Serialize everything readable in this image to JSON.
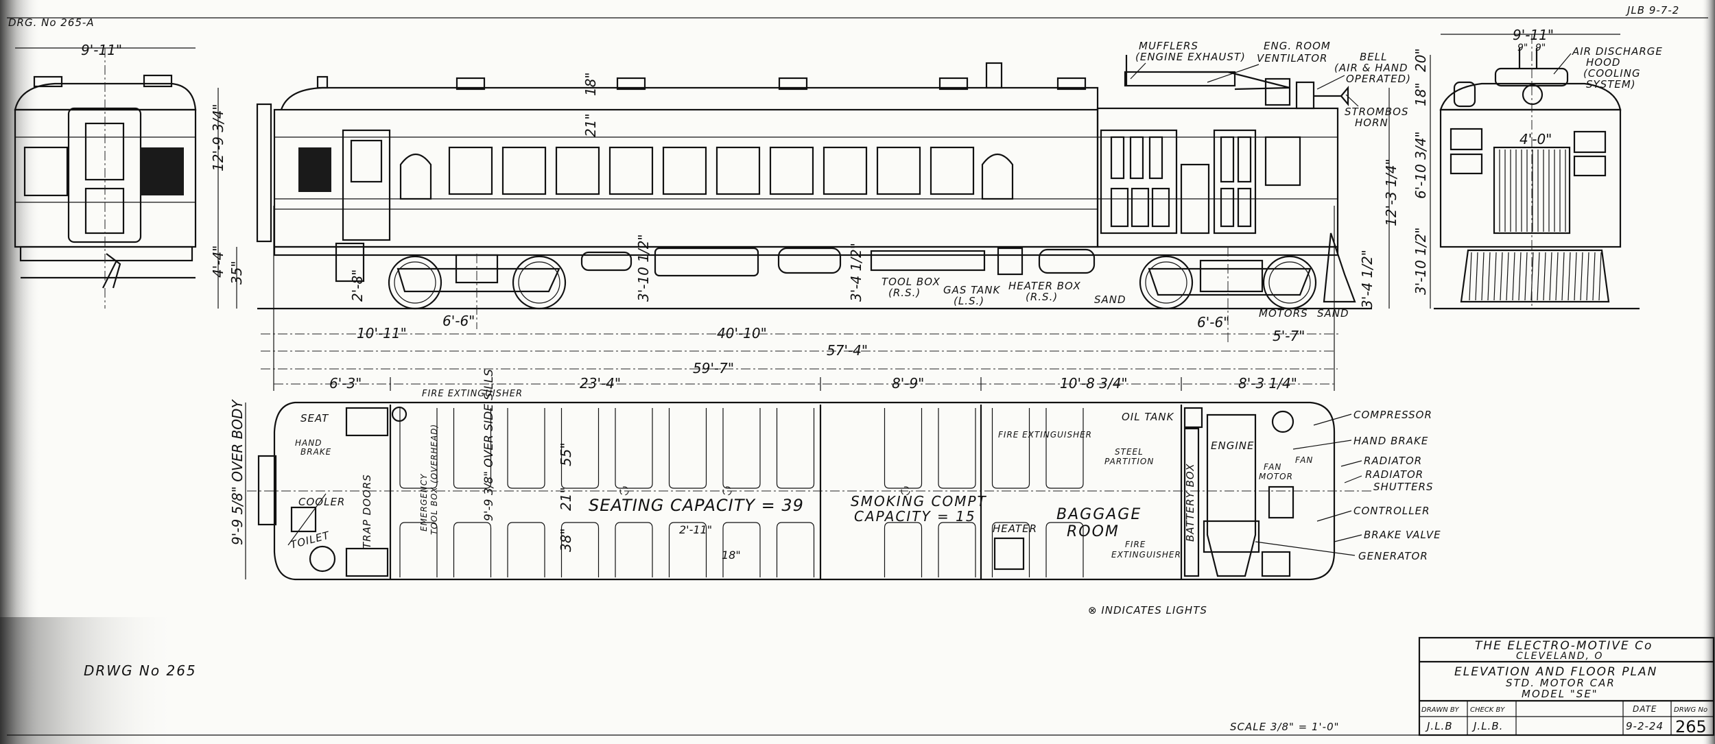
{
  "sheet": {
    "drawing_ref_top": "DRG. No 265-A",
    "initials_top": "JLB 9-7-2",
    "drawing_number_left": "DRWG No 265",
    "scale": "SCALE 3/8\" = 1'-0\"",
    "lights_note": "⊗ INDICATES LIGHTS"
  },
  "elevation": {
    "callouts": {
      "mufflers_1": "MUFFLERS",
      "mufflers_2": "(ENGINE EXHAUST)",
      "vent_1": "ENG. ROOM",
      "vent_2": "VENTILATOR",
      "bell_1": "BELL",
      "bell_2": "(AIR & HAND",
      "bell_3": "OPERATED)",
      "horn_1": "STROMBOS",
      "horn_2": "HORN",
      "toolbox_1": "TOOL BOX",
      "toolbox_2": "(R.S.)",
      "gastank_1": "GAS TANK",
      "gastank_2": "(L.S.)",
      "heaterbox_1": "HEATER BOX",
      "heaterbox_2": "(R.S.)",
      "sand_front": "SAND",
      "sand_rear": "SAND",
      "motors": "MOTORS",
      "air_hood_1": "AIR DISCHARGE",
      "air_hood_2": "HOOD",
      "air_hood_3": "(COOLING",
      "air_hood_4": "SYSTEM)"
    },
    "dimensions": {
      "left_end_width": "9'-11\"",
      "left_height": "12'-9 3/4\"",
      "left_floor": "4'-4\"",
      "left_coupler": "35\"",
      "roof": "18\"",
      "letterboard": "21\"",
      "step": "2'-8\"",
      "truck_left_wheelbase": "6'-6\"",
      "tank_height": "3'-10 1/2\"",
      "mid_height": "3'-4 1/2\"",
      "truck_right_wheelbase": "6'-6\"",
      "right_height": "12'-3 1/4\"",
      "right_floor": "3'-4 1/2\"",
      "overhang_left": "10'-11\"",
      "truck_centers": "40'-10\"",
      "overhang_right": "5'-7\"",
      "over_body": "57'-4\"",
      "over_all": "59'-7\"",
      "right_end_width": "9'-11\"",
      "exhaust_a": "9\"",
      "exhaust_b": "9\"",
      "hood_height": "20\"",
      "hood_base": "18\"",
      "grille_width": "4'-0\"",
      "right_end_height": "6'-10 3/4\"",
      "right_end_floor": "3'-10 1/2\""
    }
  },
  "floor_plan": {
    "labels": {
      "seat": "SEAT",
      "hand_brake_rear_1": "HAND",
      "hand_brake_rear_2": "BRAKE",
      "cooler": "COOLER",
      "toilet": "TOILET",
      "trap_doors": "TRAP DOORS",
      "emergency_1": "EMERGENCY",
      "emergency_2": "TOOL BOX (OVERHEAD)",
      "fire_ext_1": "FIRE EXTINGUISHER",
      "seating": "SEATING CAPACITY = 39",
      "smoking_1": "SMOKING COMPT",
      "smoking_2": "CAPACITY = 15",
      "fire_ext_2": "FIRE EXTINGUISHER",
      "steel_1": "STEEL",
      "steel_2": "PARTITION",
      "oil_tank": "OIL TANK",
      "baggage_1": "BAGGAGE",
      "baggage_2": "ROOM",
      "heater": "HEATER",
      "fire_ext_3a": "FIRE",
      "fire_ext_3b": "EXTINGUISHER",
      "battery_box": "BATTERY BOX",
      "engine": "ENGINE",
      "fan": "FAN",
      "fan_motor_1": "FAN",
      "fan_motor_2": "MOTOR",
      "compressor": "COMPRESSOR",
      "hand_brake": "HAND BRAKE",
      "radiator": "RADIATOR",
      "shutters_1": "RADIATOR",
      "shutters_2": "SHUTTERS",
      "controller": "CONTROLLER",
      "brake_valve": "BRAKE VALVE",
      "generator": "GENERATOR"
    },
    "dimensions": {
      "vestibule": "6'-3\"",
      "seating": "23'-4\"",
      "smoking": "8'-9\"",
      "baggage": "10'-8 3/4\"",
      "engine_room": "8'-3 1/4\"",
      "over_body": "9'-9 5/8\" OVER BODY",
      "over_sills": "9'-9 3/8\" OVER SIDE SILLS",
      "seat_length": "55\"",
      "aisle": "21\"",
      "seat_short": "38\"",
      "seat_pitch": "2'-11\"",
      "seat_depth": "18\""
    }
  },
  "title_block": {
    "company": "THE ELECTRO-MOTIVE Co",
    "city": "CLEVELAND, O",
    "title_1": "ELEVATION AND FLOOR PLAN",
    "title_2": "STD. MOTOR CAR",
    "title_3": "MODEL \"SE\"",
    "drawn_by_label": "DRAWN BY",
    "check_by_label": "CHECK BY",
    "date_label": "DATE",
    "drwg_no_label": "DRWG No",
    "drawn_by": "J.L.B",
    "check_by": "J.L.B.",
    "date": "9-2-24",
    "drwg_no": "265"
  },
  "colors": {
    "paper": "#fbfbf8",
    "ink": "#111111"
  }
}
